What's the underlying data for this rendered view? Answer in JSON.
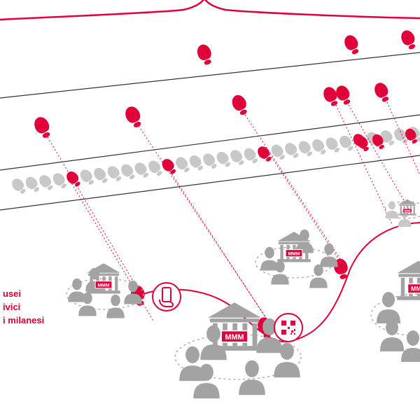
{
  "colors": {
    "accent": "#e2003a",
    "grey": "#a3a3a3",
    "grey_light": "#c8c8c8",
    "line": "#333333",
    "background": "#ffffff"
  },
  "legend": {
    "lines": [
      "usei",
      "ivici",
      "i milanesi"
    ]
  },
  "museum_badge": {
    "label": "MMM"
  },
  "icons": {
    "phone": "phone-hand-icon",
    "qr": "qr-code-icon",
    "museum": "museum-building-icon",
    "person": "person-icon",
    "footprint": "footprint-icon"
  }
}
